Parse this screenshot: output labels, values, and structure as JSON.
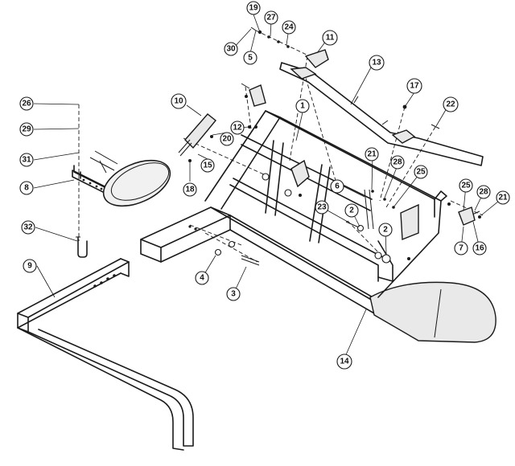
{
  "callouts": [
    {
      "id": "c1",
      "label": "1"
    },
    {
      "id": "c2a",
      "label": "2"
    },
    {
      "id": "c2b",
      "label": "2"
    },
    {
      "id": "c3",
      "label": "3"
    },
    {
      "id": "c4",
      "label": "4"
    },
    {
      "id": "c5",
      "label": "5"
    },
    {
      "id": "c6",
      "label": "6"
    },
    {
      "id": "c7",
      "label": "7"
    },
    {
      "id": "c8",
      "label": "8"
    },
    {
      "id": "c9",
      "label": "9"
    },
    {
      "id": "c10",
      "label": "10"
    },
    {
      "id": "c11",
      "label": "11"
    },
    {
      "id": "c12",
      "label": "12"
    },
    {
      "id": "c13",
      "label": "13"
    },
    {
      "id": "c14",
      "label": "14"
    },
    {
      "id": "c15",
      "label": "15"
    },
    {
      "id": "c16",
      "label": "16"
    },
    {
      "id": "c17",
      "label": "17"
    },
    {
      "id": "c18",
      "label": "18"
    },
    {
      "id": "c19",
      "label": "19"
    },
    {
      "id": "c20",
      "label": "20"
    },
    {
      "id": "c21a",
      "label": "21"
    },
    {
      "id": "c21b",
      "label": "21"
    },
    {
      "id": "c22",
      "label": "22"
    },
    {
      "id": "c23",
      "label": "23"
    },
    {
      "id": "c24",
      "label": "24"
    },
    {
      "id": "c25a",
      "label": "25"
    },
    {
      "id": "c25b",
      "label": "25"
    },
    {
      "id": "c26",
      "label": "26"
    },
    {
      "id": "c27",
      "label": "27"
    },
    {
      "id": "c28a",
      "label": "28"
    },
    {
      "id": "c28b",
      "label": "28"
    },
    {
      "id": "c29",
      "label": "29"
    },
    {
      "id": "c30",
      "label": "30"
    },
    {
      "id": "c31",
      "label": "31"
    },
    {
      "id": "c32",
      "label": "32"
    }
  ]
}
